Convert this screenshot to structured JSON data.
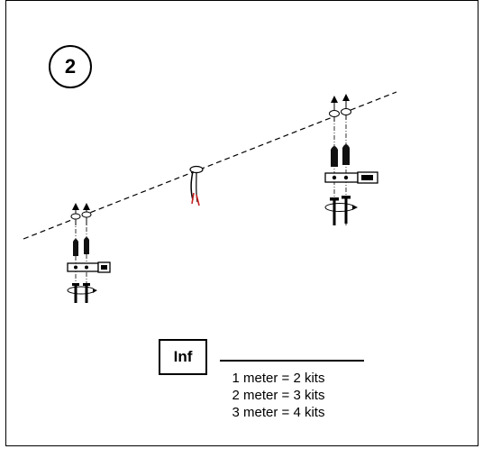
{
  "step": {
    "number": "2"
  },
  "info": {
    "label": "Inf",
    "lines": [
      "1 meter = 2 kits",
      "2 meter = 3 kits",
      "3 meter = 4 kits"
    ]
  },
  "colors": {
    "line": "#000000",
    "cable_wire": "#cc2222",
    "background": "#ffffff"
  }
}
